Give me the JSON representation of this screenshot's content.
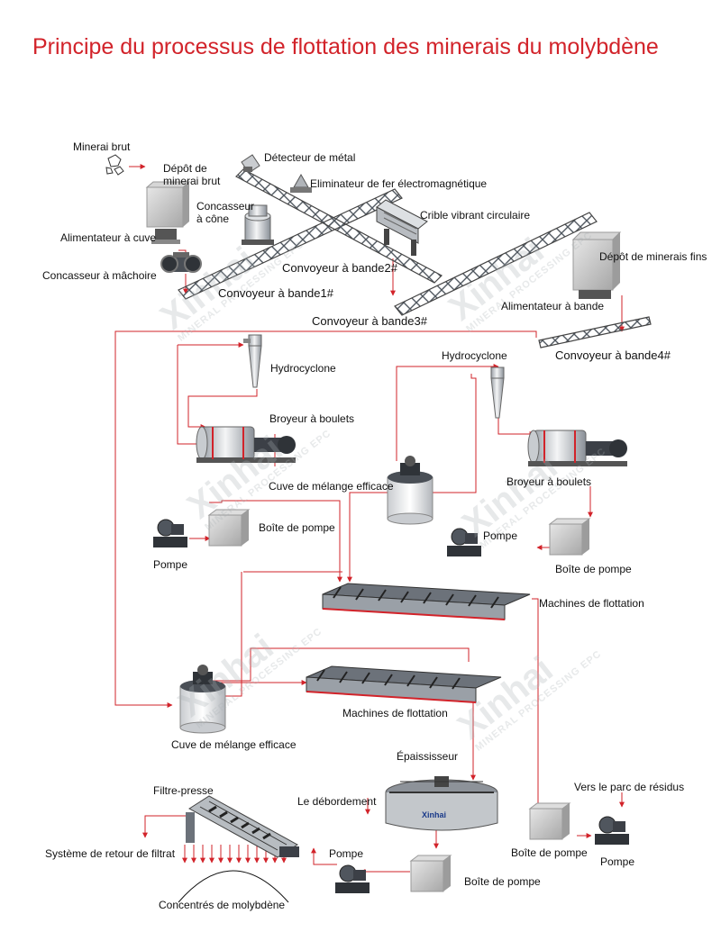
{
  "title": "Principe du processus de flottation des minerais du molybdène",
  "watermark": {
    "brand": "Xinhai",
    "tagline": "MINERAL PROCESSING EPC"
  },
  "labels": {
    "minerai_brut": "Minerai brut",
    "depot_minerai_brut": "Dépôt de\nminerai brut",
    "alimentateur_cuve": "Alimentateur à cuve",
    "concasseur_machoire": "Concasseur à mâchoire",
    "concasseur_cone": "Concasseur\nà cône",
    "detecteur_metal": "Détecteur de métal",
    "eliminateur_fer": "Eliminateur de fer électromagnétique",
    "crible_vibrant": "Crible vibrant circulaire",
    "convoyeur_1": "Convoyeur à bande1#",
    "convoyeur_2": "Convoyeur à bande2#",
    "convoyeur_3": "Convoyeur à bande3#",
    "depot_minerais_fins": "Dépôt de minerais fins",
    "alimentateur_bande": "Alimentateur à bande",
    "convoyeur_4": "Convoyeur à bande4#",
    "hydrocyclone_left": "Hydrocyclone",
    "hydrocyclone_right": "Hydrocyclone",
    "broyeur_left": "Broyeur à boulets",
    "broyeur_right": "Broyeur à boulets",
    "cuve_melange_1": "Cuve de mélange efficace",
    "boite_pompe_1": "Boîte de pompe",
    "pompe_1": "Pompe",
    "pompe_2": "Pompe",
    "boite_pompe_2": "Boîte de pompe",
    "machines_flottation_1": "Machines de flottation",
    "machines_flottation_2": "Machines de flottation",
    "cuve_melange_2": "Cuve de mélange efficace",
    "epaississeur": "Épaississeur",
    "debordement": "Le débordement",
    "filtre_presse": "Filtre-presse",
    "retour_filtrat": "Système de retour de filtrat",
    "concentres": "Concentrés de molybdène",
    "pompe_3": "Pompe",
    "boite_pompe_3": "Boîte de pompe",
    "vers_parc": "Vers le parc de résidus",
    "boite_pompe_4": "Boîte de pompe",
    "pompe_4": "Pompe",
    "thickener_brand": "Xinhai"
  },
  "colors": {
    "title": "#d2232a",
    "flow": "#d2232a",
    "steel": "#8d9299",
    "dark_steel": "#3c4047"
  }
}
